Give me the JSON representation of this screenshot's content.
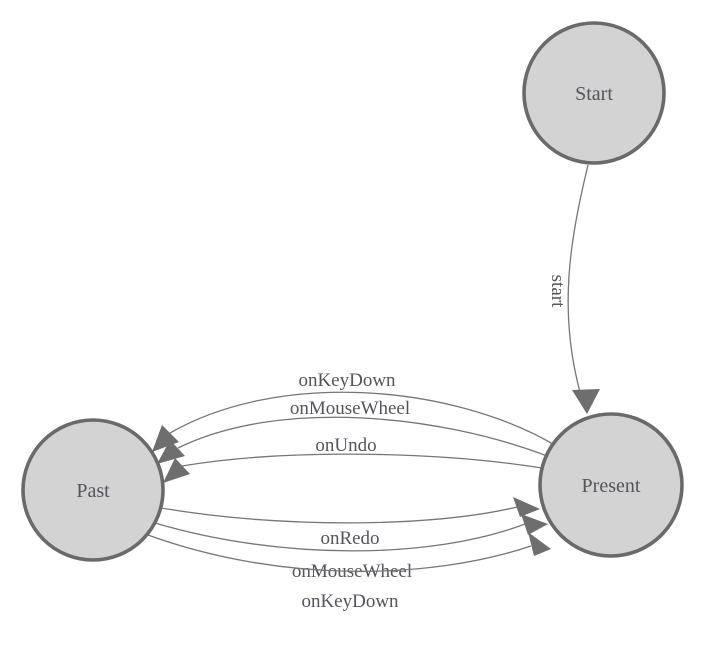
{
  "diagram": {
    "type": "state-machine",
    "nodes": [
      {
        "id": "start",
        "label": "Start"
      },
      {
        "id": "present",
        "label": "Present"
      },
      {
        "id": "past",
        "label": "Past"
      }
    ],
    "edges": [
      {
        "from": "Start",
        "to": "Present",
        "label": "start"
      },
      {
        "from": "Present",
        "to": "Past",
        "label": "onKeyDown"
      },
      {
        "from": "Present",
        "to": "Past",
        "label": "onMouseWheel"
      },
      {
        "from": "Present",
        "to": "Past",
        "label": "onUndo"
      },
      {
        "from": "Past",
        "to": "Present",
        "label": "onRedo"
      },
      {
        "from": "Past",
        "to": "Present",
        "label": "onMouseWheel"
      },
      {
        "from": "Past",
        "to": "Present",
        "label": "onKeyDown"
      }
    ]
  },
  "colors": {
    "background": "#ffffff",
    "node_fill": "#d3d3d3",
    "node_stroke": "#6a6a6a",
    "edge_stroke": "#767676",
    "arrowhead_fill": "#6e6e6e",
    "label_text": "#54545b"
  }
}
